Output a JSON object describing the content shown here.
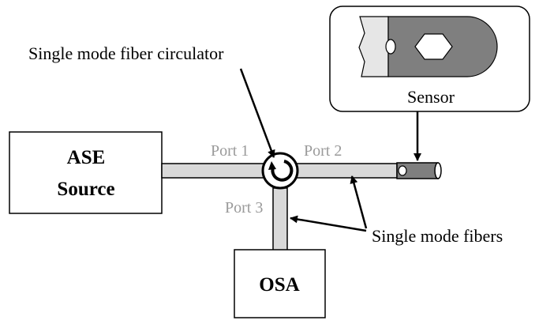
{
  "labels": {
    "circulator": "Single mode fiber circulator",
    "sensor": "Sensor",
    "ase_line1": "ASE",
    "ase_line2": "Source",
    "port1": "Port 1",
    "port2": "Port 2",
    "port3": "Port 3",
    "fibers": "Single mode fibers",
    "osa": "OSA"
  },
  "colors": {
    "stroke": "#000000",
    "fiber_fill": "#d9d9d9",
    "port_text": "#9a9a9a",
    "sensor_dark": "#7f7f7f",
    "sensor_light": "#e6e6e6",
    "background": "#ffffff"
  }
}
